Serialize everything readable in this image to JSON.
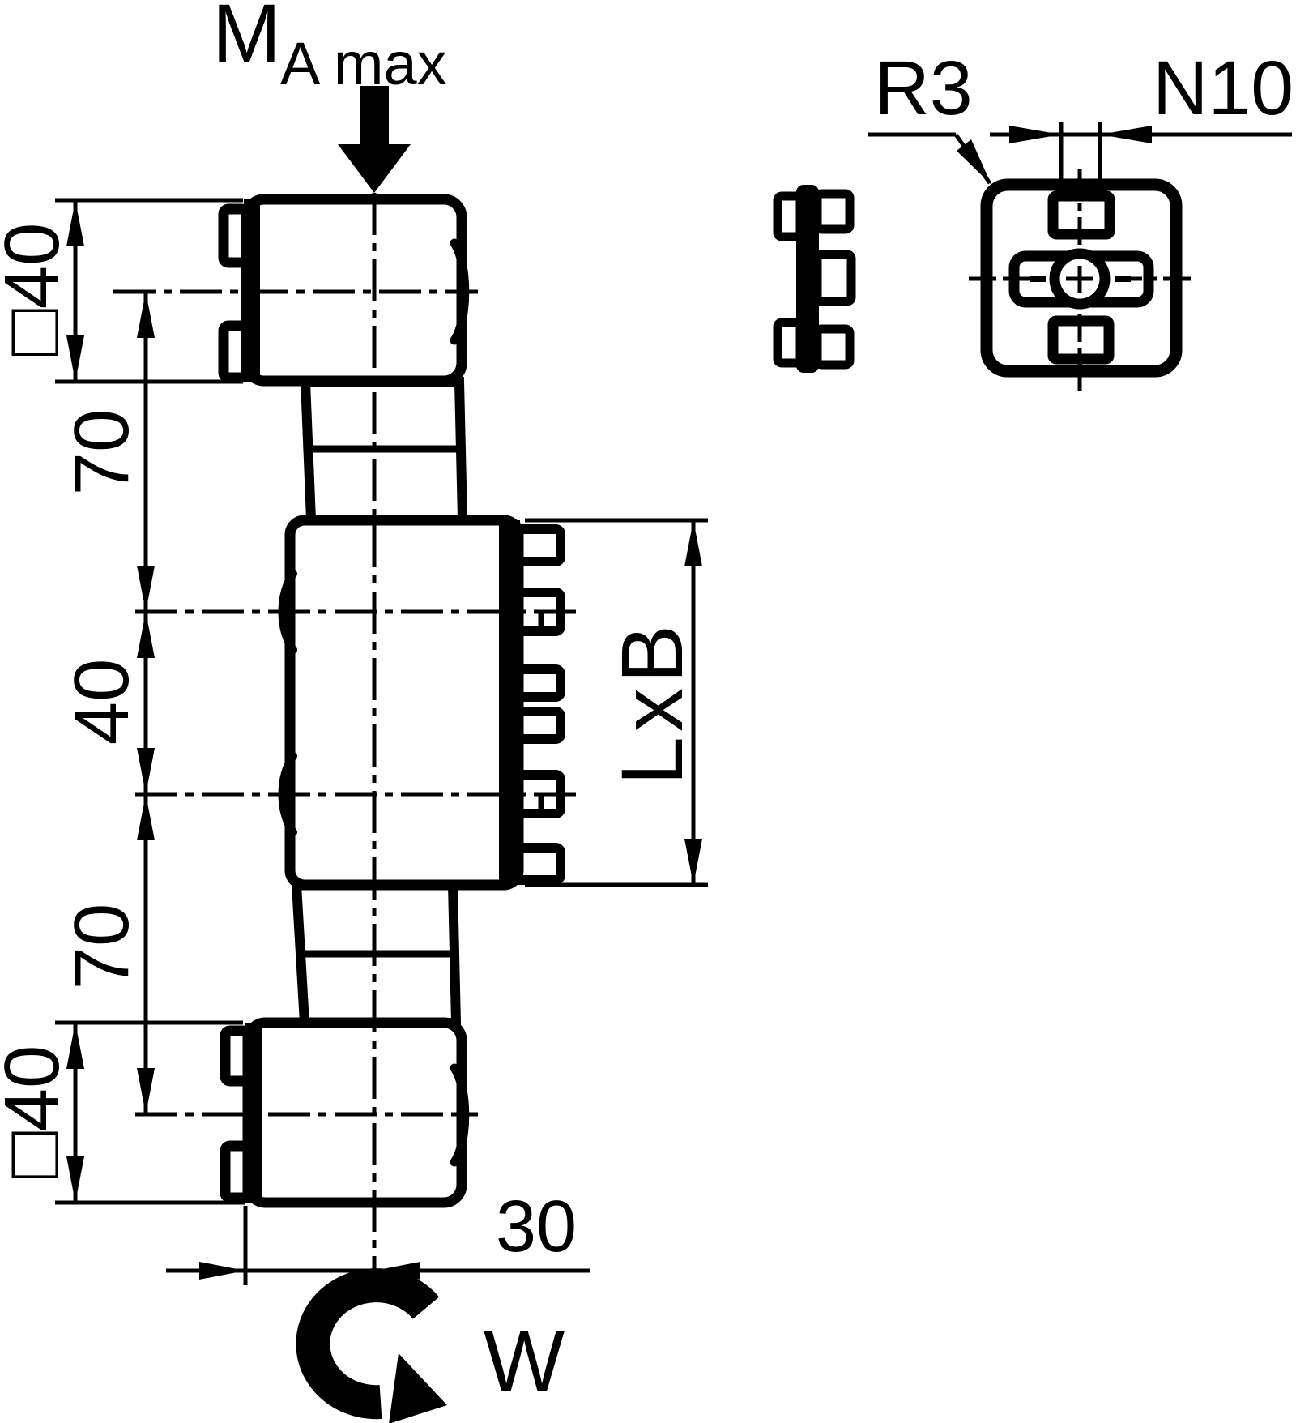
{
  "drawing": {
    "kind": "technical-dimension-drawing",
    "colors": {
      "ink": "#000000",
      "paper": "#ffffff"
    },
    "annotations": {
      "torque_main": "M",
      "torque_sub": "A max",
      "rotation": "W",
      "corner_radius": "R3",
      "groove_width": "N10"
    },
    "dimensions": {
      "top_block_square": "□40",
      "pitch_upper": "70",
      "center_spacing": "40",
      "pitch_lower": "70",
      "bottom_block_square": "□40",
      "plate_size": "LxB",
      "axis_offset": "30"
    }
  }
}
